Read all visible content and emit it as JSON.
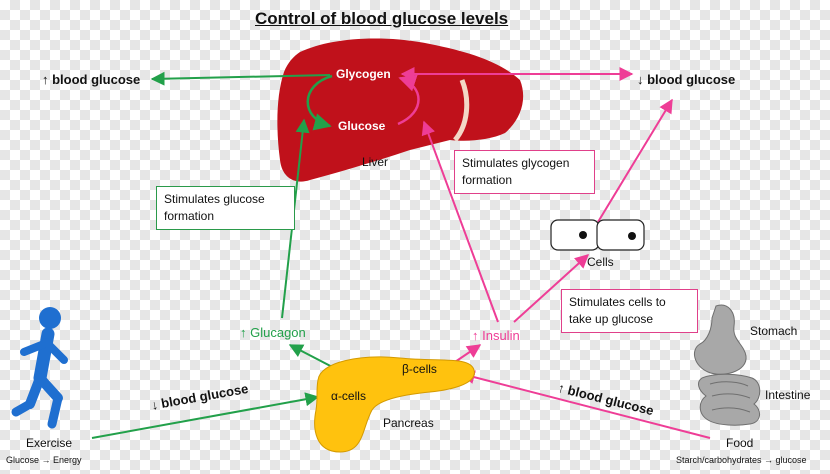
{
  "title": "Control of blood glucose levels",
  "liver": {
    "glycogen": "Glycogen",
    "glucose": "Glucose",
    "label": "Liver"
  },
  "left_result": "↑ blood glucose",
  "right_result": "↓ blood glucose",
  "boxes": {
    "stimulates_glucose": "Stimulates glucose formation",
    "stimulates_glycogen": "Stimulates glycogen formation",
    "stimulates_cells": "Stimulates cells to take up glucose"
  },
  "cells_label": "Cells",
  "hormones": {
    "glucagon": "↑ Glucagon",
    "insulin": "↑ Insulin"
  },
  "pancreas": {
    "alpha": "α-cells",
    "beta": "β-cells",
    "label": "Pancreas"
  },
  "exercise": {
    "trigger": "↓ blood glucose",
    "label": "Exercise",
    "sub": "Glucose → Energy"
  },
  "food": {
    "trigger": "↑ blood glucose",
    "label": "Food",
    "sub": "Starch/carbohydrates → glucose"
  },
  "organs": {
    "stomach": "Stomach",
    "intestine": "Intestine"
  },
  "colors": {
    "liver": "#c0111b",
    "green": "#22a04a",
    "pink": "#ee3d96",
    "pancreas": "#ffc20e",
    "runner": "#1f6fd0",
    "gut": "#a8a8a8"
  }
}
